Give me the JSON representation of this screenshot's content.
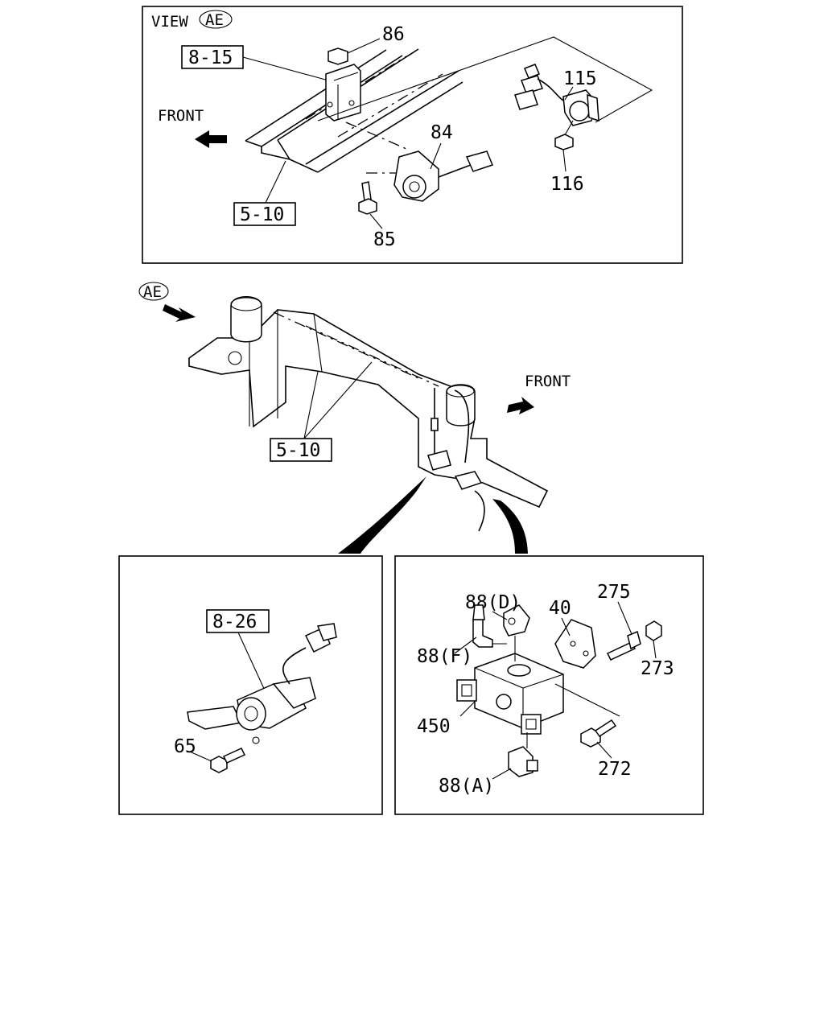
{
  "top_panel": {
    "view_prefix": "VIEW",
    "view_ref": "AE",
    "ref_8_15": "8-15",
    "ref_5_10": "5-10",
    "front_label": "FRONT",
    "callouts": {
      "p86": "86",
      "p84": "84",
      "p85": "85",
      "p115": "115",
      "p116": "116"
    }
  },
  "middle": {
    "view_ref": "AE",
    "front_label": "FRONT",
    "ref_5_10": "5-10"
  },
  "left_panel": {
    "ref_8_26": "8-26",
    "callouts": {
      "p65": "65"
    }
  },
  "right_panel": {
    "callouts": {
      "p88d": "88(D)",
      "p88f": "88(F)",
      "p40": "40",
      "p275": "275",
      "p273": "273",
      "p450": "450",
      "p272": "272",
      "p88a": "88(A)"
    }
  }
}
